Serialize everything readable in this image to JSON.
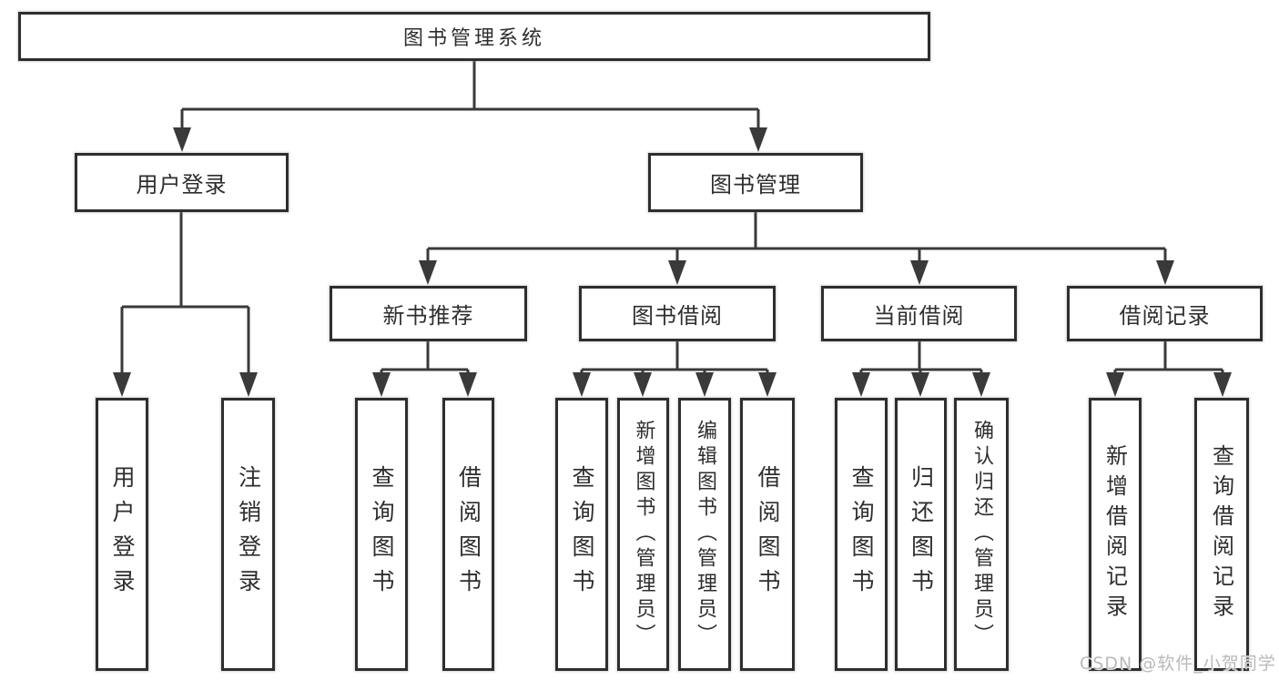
{
  "diagram_title": "图书管理系统",
  "nodes": {
    "root": {
      "label": "图书管理系统"
    },
    "user_login": {
      "label": "用户登录"
    },
    "book_mgmt": {
      "label": "图书管理"
    },
    "new_book_rec": {
      "label": "新书推荐"
    },
    "book_borrow": {
      "label": "图书借阅"
    },
    "current_borrow": {
      "label": "当前借阅"
    },
    "borrow_records": {
      "label": "借阅记录"
    },
    "user_login_leaf": {
      "label": "用户登录"
    },
    "logout_leaf": {
      "label": "注销登录"
    },
    "query_books_1": {
      "label": "查询图书"
    },
    "borrow_books_1": {
      "label": "借阅图书"
    },
    "query_books_2": {
      "label": "查询图书"
    },
    "add_books": {
      "label": "新增图书（管理员）"
    },
    "edit_books": {
      "label": "编辑图书（管理员）"
    },
    "borrow_books_2": {
      "label": "借阅图书"
    },
    "query_books_3": {
      "label": "查询图书"
    },
    "return_books": {
      "label": "归还图书"
    },
    "confirm_return": {
      "label": "确认归还（管理员）"
    },
    "add_borrow_record": {
      "label": "新增借阅记录"
    },
    "query_borrow_record": {
      "label": "查询借阅记录"
    }
  },
  "edges": [
    [
      "root",
      "user_login"
    ],
    [
      "root",
      "book_mgmt"
    ],
    [
      "user_login",
      "user_login_leaf"
    ],
    [
      "user_login",
      "logout_leaf"
    ],
    [
      "book_mgmt",
      "new_book_rec"
    ],
    [
      "book_mgmt",
      "book_borrow"
    ],
    [
      "book_mgmt",
      "current_borrow"
    ],
    [
      "book_mgmt",
      "borrow_records"
    ],
    [
      "new_book_rec",
      "query_books_1"
    ],
    [
      "new_book_rec",
      "borrow_books_1"
    ],
    [
      "book_borrow",
      "query_books_2"
    ],
    [
      "book_borrow",
      "add_books"
    ],
    [
      "book_borrow",
      "edit_books"
    ],
    [
      "book_borrow",
      "borrow_books_2"
    ],
    [
      "current_borrow",
      "query_books_3"
    ],
    [
      "current_borrow",
      "return_books"
    ],
    [
      "current_borrow",
      "confirm_return"
    ],
    [
      "borrow_records",
      "add_borrow_record"
    ],
    [
      "borrow_records",
      "query_borrow_record"
    ]
  ],
  "watermark": {
    "text": "CSDN @软件_小贺同学"
  },
  "colors": {
    "line": "#3a3a3a",
    "border": "#2e2e2e",
    "text": "#2e2e2e",
    "watermark": "#b9b9b9",
    "background": "#ffffff"
  }
}
